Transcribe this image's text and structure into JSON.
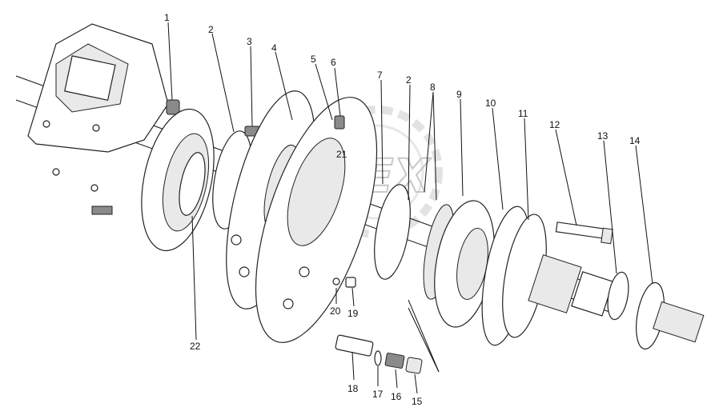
{
  "diagram": {
    "watermark": "OPEX",
    "labels": [
      "1",
      "2",
      "3",
      "4",
      "5",
      "6",
      "7",
      "2",
      "8",
      "9",
      "10",
      "11",
      "12",
      "13",
      "14",
      "15",
      "16",
      "17",
      "18",
      "19",
      "20",
      "21",
      "22"
    ]
  }
}
